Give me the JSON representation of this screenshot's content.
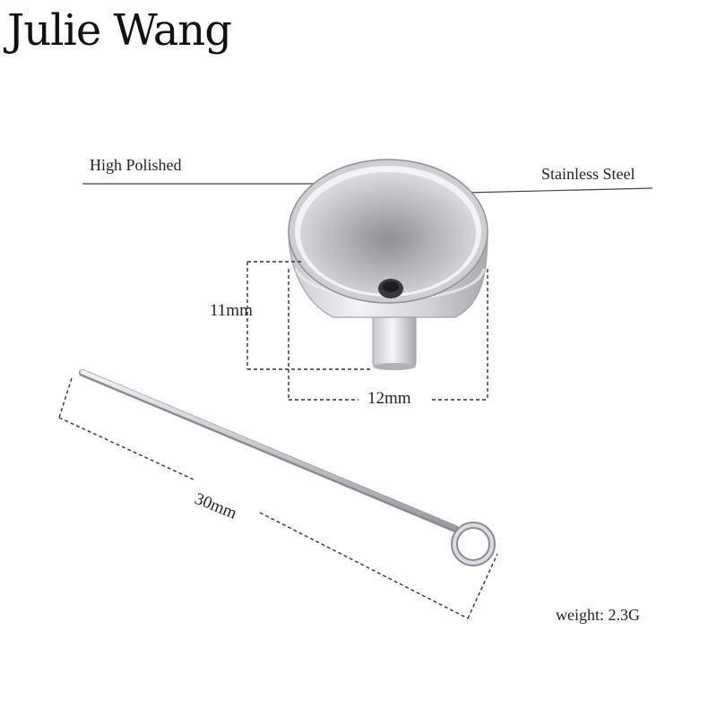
{
  "brand": "Julie Wang",
  "labels": {
    "high_polished": "High Polished",
    "stainless_steel": "Stainless Steel",
    "height": "11mm",
    "width": "12mm",
    "pin_length": "30mm",
    "weight": "weight:  2.3G"
  },
  "colors": {
    "background": "#ffffff",
    "text": "#222222",
    "metal_light": "#e9e9ec",
    "metal_mid": "#b8b8bd",
    "metal_dark": "#7d7d83"
  }
}
